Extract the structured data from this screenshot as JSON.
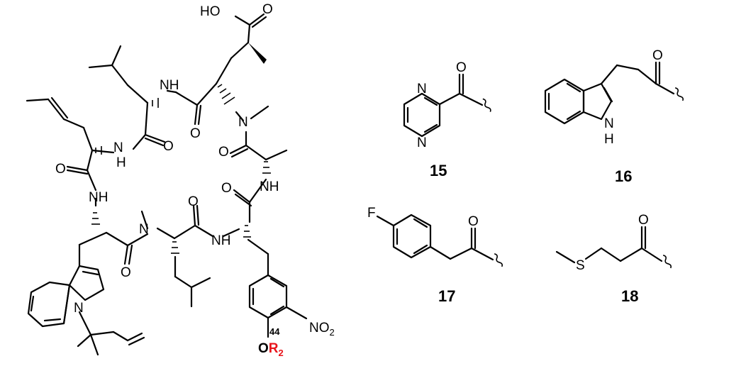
{
  "atoms": {
    "ho": "HO",
    "o": "O",
    "n": "N",
    "h": "H",
    "nh": "NH",
    "f": "F",
    "s": "S",
    "no2_main": "NO",
    "no2_sub": "2",
    "or_o": "O",
    "or_r": "R",
    "or_sub": "2"
  },
  "locant": "44",
  "compounds": [
    {
      "id": "15"
    },
    {
      "id": "16"
    },
    {
      "id": "17"
    },
    {
      "id": "18"
    }
  ],
  "colors": {
    "ink": "#000000",
    "highlight": "#e8141b"
  }
}
